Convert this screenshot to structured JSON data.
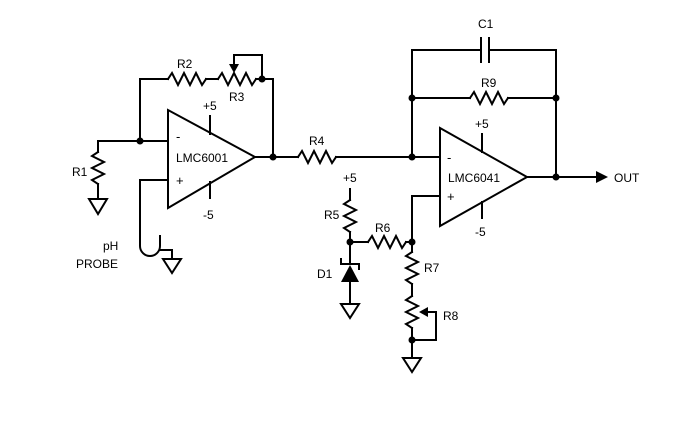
{
  "components": {
    "c1": "C1",
    "r2": "R2",
    "r3": "R3",
    "r9": "R9",
    "r1": "R1",
    "r4": "R4",
    "r5": "R5",
    "r6": "R6",
    "r7": "R7",
    "r8": "R8",
    "d1": "D1",
    "u1": "LMC6001",
    "u2": "LMC6041"
  },
  "supplies": {
    "u1_pos": "+5",
    "u1_neg": "-5",
    "u2_pos": "+5",
    "u2_neg": "-5",
    "r5_supply": "+5"
  },
  "pins": {
    "u1_inv": "-",
    "u1_noninv": "+",
    "u2_inv": "-",
    "u2_noninv": "+"
  },
  "probe": {
    "line1": "pH",
    "line2": "PROBE"
  },
  "output_label": "OUT"
}
